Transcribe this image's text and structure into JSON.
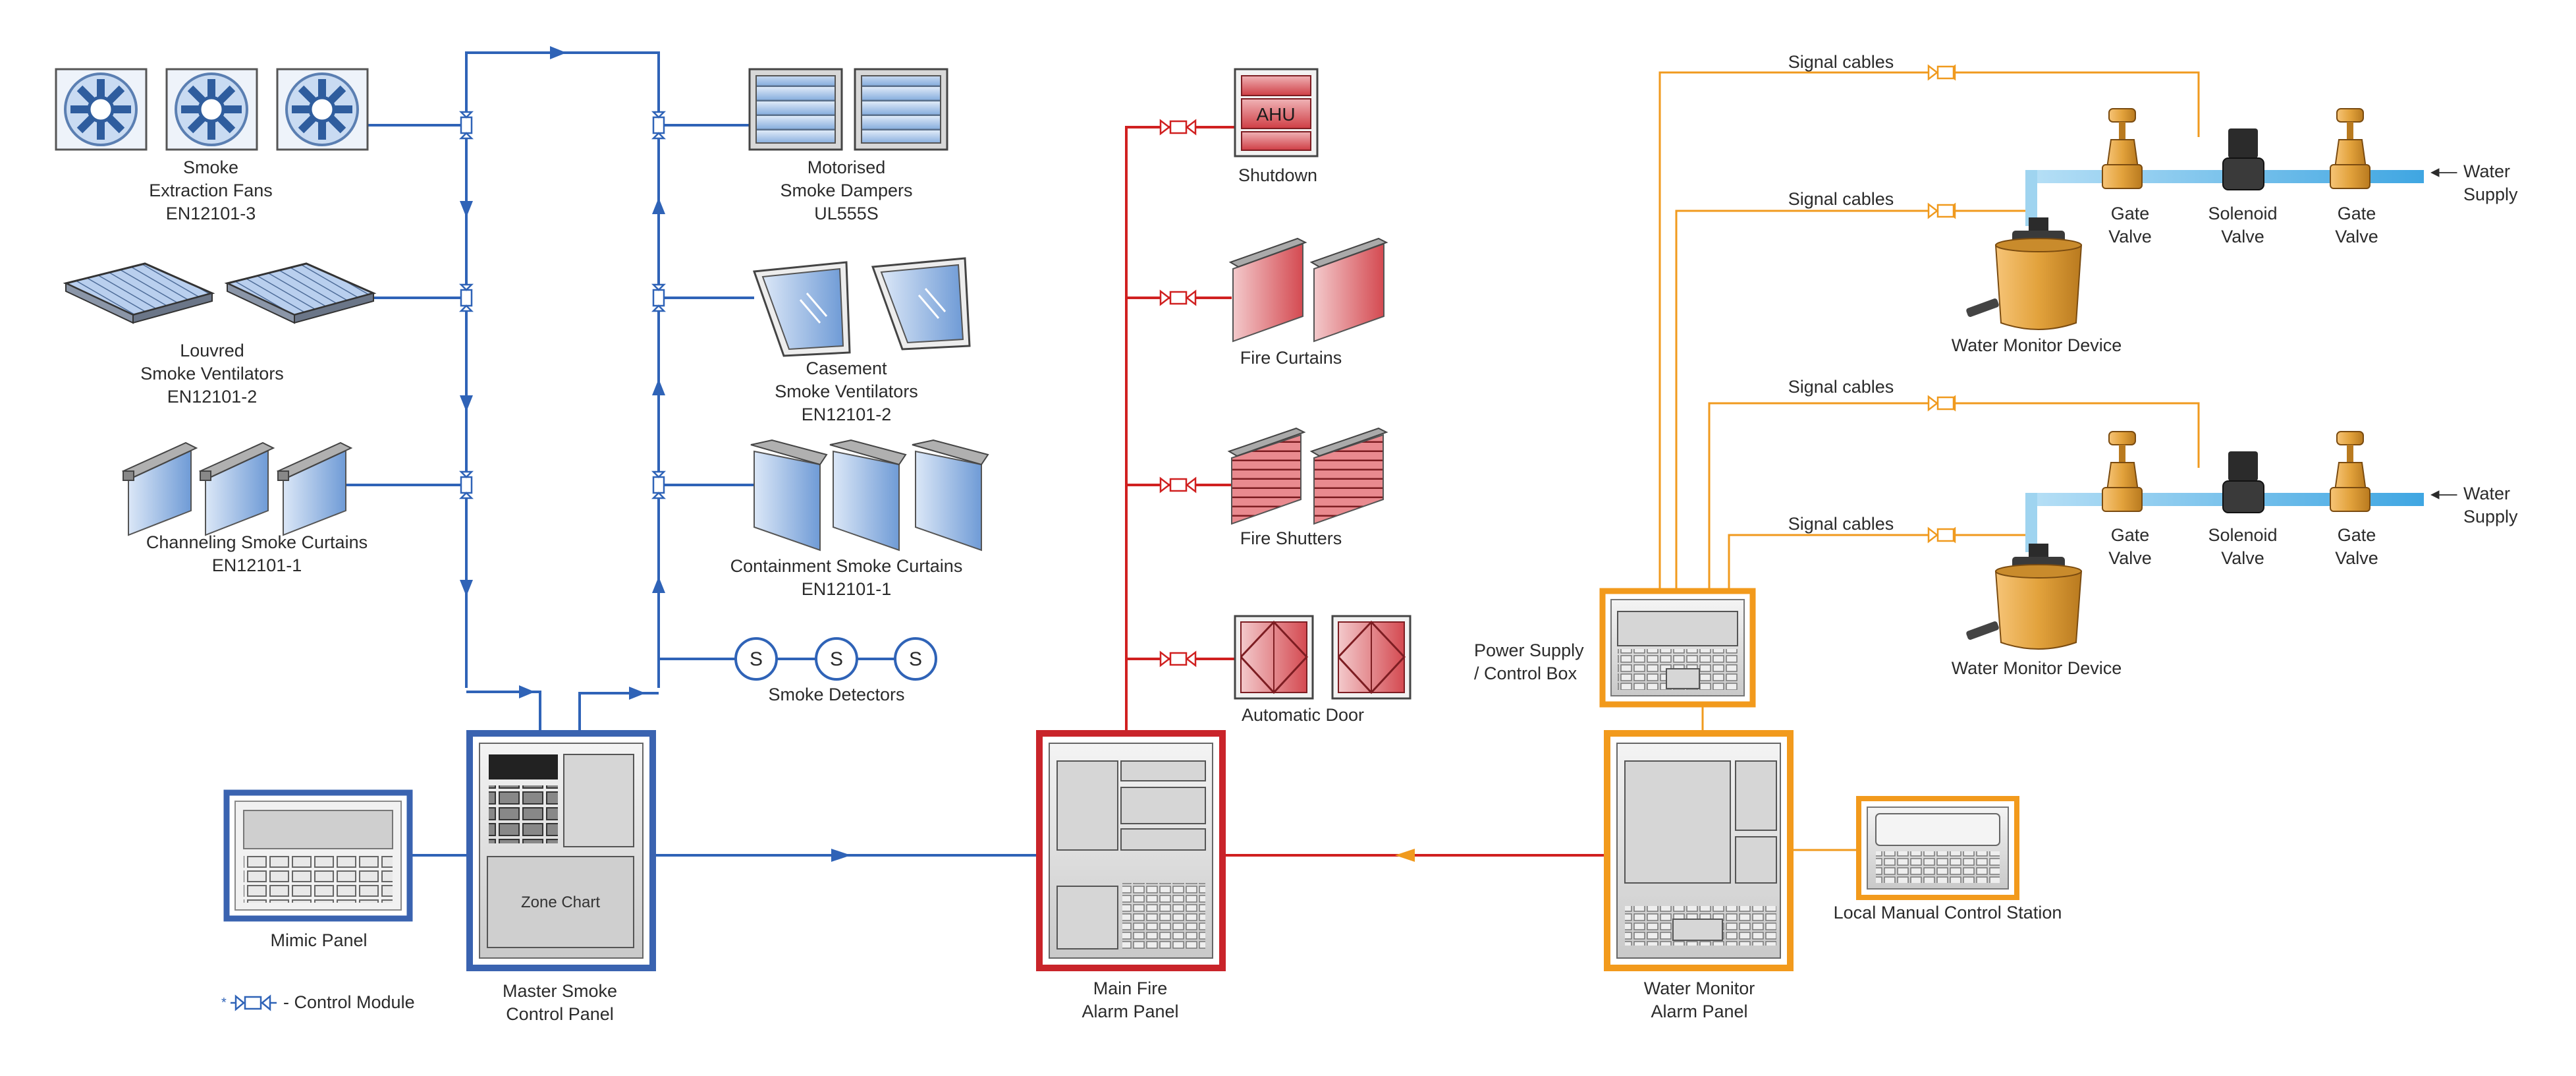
{
  "colors": {
    "smoke_line": "#2f63b7",
    "fire_line": "#d02020",
    "water_line": "#f09a1e",
    "pipe": "#4fb0e6",
    "pipe_light": "#9fd4f0",
    "panel_blue_border": "#3a63b0",
    "panel_red_border": "#c9242a",
    "panel_orange_border": "#f29a1c",
    "fire_device_fill": "#d9535a",
    "valve_fill": "#e2a23c"
  },
  "smoke_system": {
    "fans_label": [
      "Smoke",
      "Extraction Fans",
      "EN12101-3"
    ],
    "louvred_label": [
      "Louvred",
      "Smoke Ventilators",
      "EN12101-2"
    ],
    "channel_label": [
      "Channeling Smoke Curtains",
      "EN12101-1"
    ],
    "dampers_label": [
      "Motorised",
      "Smoke Dampers",
      "UL555S"
    ],
    "casement_label": [
      "Casement",
      "Smoke Ventilators",
      "EN12101-2"
    ],
    "containment_label": [
      "Containment Smoke Curtains",
      "EN12101-1"
    ],
    "detector_symbol": "S",
    "detectors_label": "Smoke Detectors",
    "mimic_label": "Mimic Panel",
    "master_label": [
      "Master Smoke",
      "Control Panel"
    ],
    "zone_chart": "Zone Chart",
    "legend_symbol": "*",
    "legend_label": "- Control Module"
  },
  "fire_system": {
    "ahu_text": "AHU",
    "shutdown_label": "Shutdown",
    "curtains_label": "Fire Curtains",
    "shutters_label": "Fire Shutters",
    "door_label": "Automatic Door",
    "main_label": [
      "Main Fire",
      "Alarm Panel"
    ]
  },
  "water_system": {
    "signal_cables": "Signal cables",
    "gate_valve": [
      "Gate",
      "Valve"
    ],
    "solenoid_valve": [
      "Solenoid",
      "Valve"
    ],
    "water_supply": [
      "Water",
      "Supply"
    ],
    "arrow": "◂—",
    "monitor_device": "Water Monitor Device",
    "power_supply": [
      "Power Supply",
      "/ Control Box"
    ],
    "alarm_panel": [
      "Water Monitor",
      "Alarm Panel"
    ],
    "local_station": "Local Manual Control Station"
  }
}
